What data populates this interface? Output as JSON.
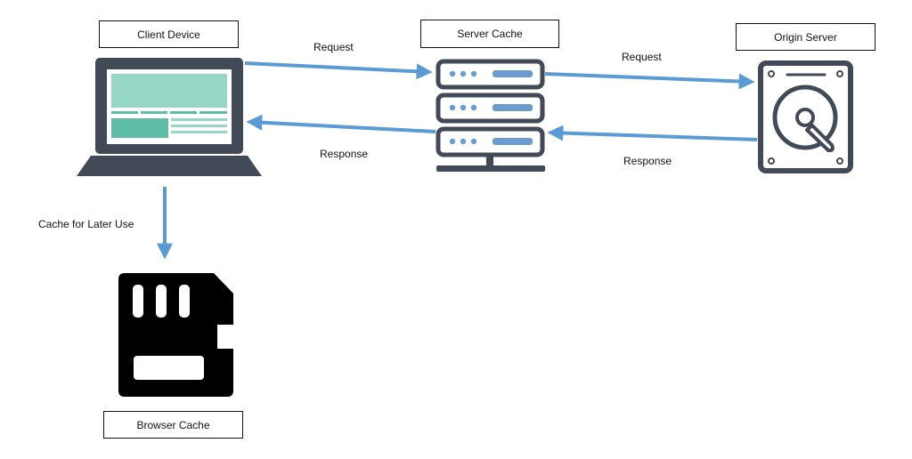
{
  "nodes": {
    "client_device": {
      "label": "Client Device",
      "icon": "laptop-icon"
    },
    "server_cache": {
      "label": "Server Cache",
      "icon": "server-rack-icon"
    },
    "origin_server": {
      "label": "Origin Server",
      "icon": "hard-drive-icon"
    },
    "browser_cache": {
      "label": "Browser Cache",
      "icon": "sd-card-icon"
    }
  },
  "edges": {
    "client_to_cache_request": "Request",
    "cache_to_origin_request": "Request",
    "origin_to_cache_response": "Response",
    "cache_to_client_response": "Response",
    "client_to_browser_cache": "Cache for Later Use"
  },
  "colors": {
    "arrow": "#5b9bd5",
    "icon_dark": "#414a56",
    "icon_blue": "#6a9ccf",
    "screen_light": "#95d6c5",
    "screen_mid": "#5fbca6",
    "card_black": "#000000"
  }
}
